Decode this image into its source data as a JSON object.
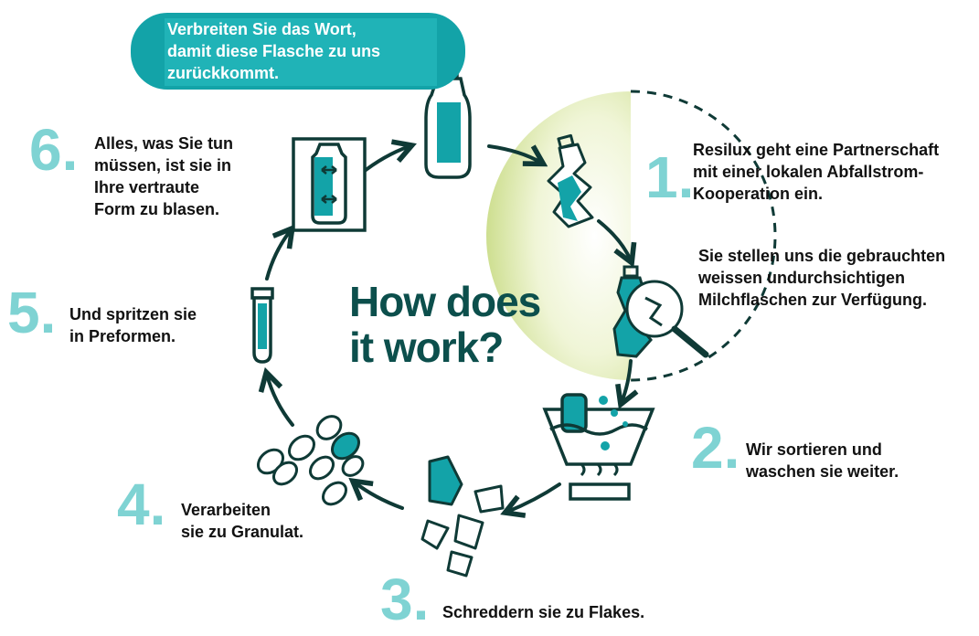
{
  "banner": {
    "text": "Verbreiten Sie das Wort,\ndamit diese Flasche zu uns\nzurückkommt."
  },
  "center_title": "How does\nit work?",
  "steps": [
    {
      "number": "1.",
      "text": "Resilux geht eine Partnerschaft\nmit einer lokalen Abfallstrom-\nKooperation ein."
    },
    {
      "number": "",
      "text": "Sie stellen uns die gebrauchten\nweissen undurchsichtigen\nMilchflaschen zur Verfügung."
    },
    {
      "number": "2.",
      "text": "Wir sortieren und\nwaschen sie weiter."
    },
    {
      "number": "3.",
      "text": "Schreddern sie zu Flakes."
    },
    {
      "number": "4.",
      "text": "Verarbeiten\nsie zu Granulat."
    },
    {
      "number": "5.",
      "text": "Und spritzen sie\nin Preformen."
    },
    {
      "number": "6.",
      "text": "Alles, was Sie tun\nmüssen, ist sie in\nIhre vertraute\nForm zu blasen."
    }
  ],
  "colors": {
    "teal": "#13a3a8",
    "dark_green": "#0c4f4c",
    "number": "#7fd3d3",
    "line": "#0f3a36",
    "glow": "#cfe08c"
  },
  "icons": [
    "bottle-icon",
    "crushed-bottle-icon",
    "magnifier-icon",
    "washing-basin-icon",
    "flakes-icon",
    "granulate-icon",
    "preform-icon",
    "blow-mould-icon"
  ]
}
